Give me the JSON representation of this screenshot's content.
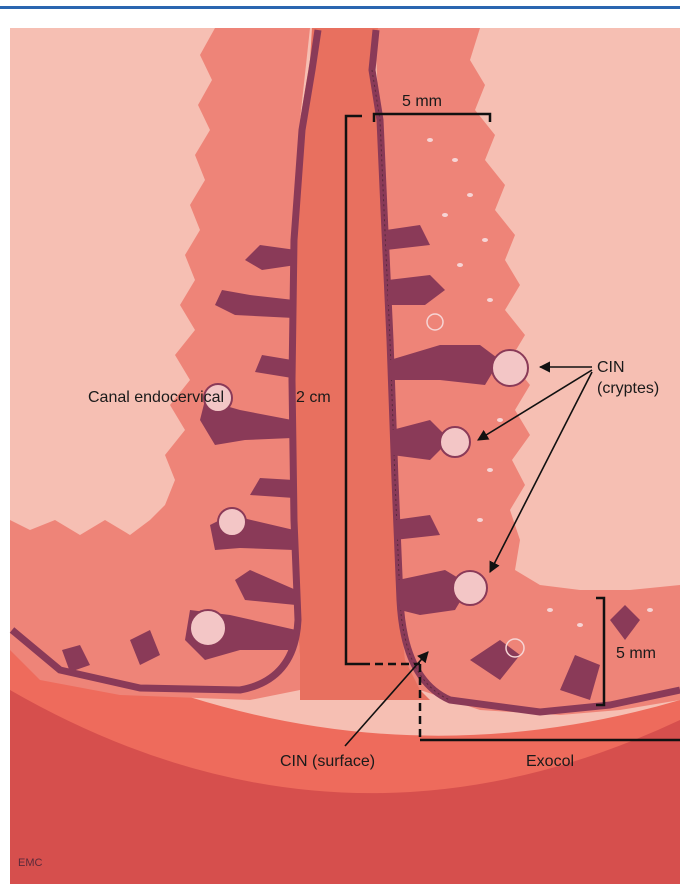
{
  "labels": {
    "scale_top": "5 mm",
    "canal": "Canal endocervical",
    "scale_vertical": "2 cm",
    "cin_crypts_line1": "CIN",
    "cin_crypts_line2": "(cryptes)",
    "scale_right": "5 mm",
    "cin_surface": "CIN (surface)",
    "exocol": "Exocol"
  },
  "signature": "EMC",
  "colors": {
    "border_blue": "#2a66b0",
    "background_pink": "#f6bfb3",
    "tissue": "#ee8478",
    "canal": "#e8705f",
    "epithelium": "#8a3a58",
    "outer_band": "#ee6b5c",
    "deep_band": "#d64f4d",
    "crypt_fill": "#f3c6c6"
  }
}
